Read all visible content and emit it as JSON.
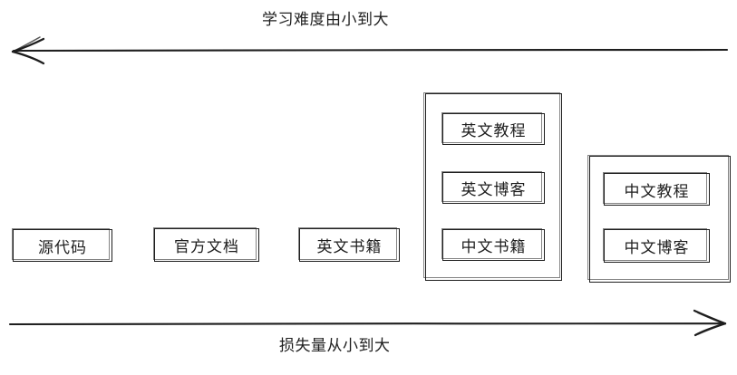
{
  "diagram": {
    "title_top": "学习难度由小到大",
    "title_bottom": "损失量从小到大",
    "stroke_color": "#1e1e1e",
    "background_color": "#ffffff",
    "axes": [
      {
        "name": "top-axis",
        "label": "学习难度由小到大",
        "direction": "left",
        "arrowhead": "left"
      },
      {
        "name": "bottom-axis",
        "label": "损失量从小到大",
        "direction": "right",
        "arrowhead": "right"
      }
    ],
    "nodes": [
      {
        "id": "source-code",
        "label": "源代码"
      },
      {
        "id": "official-docs",
        "label": "官方文档"
      },
      {
        "id": "english-books",
        "label": "英文书籍"
      },
      {
        "id": "english-tutorial",
        "label": "英文教程"
      },
      {
        "id": "english-blog",
        "label": "英文博客"
      },
      {
        "id": "chinese-books",
        "label": "中文书籍"
      },
      {
        "id": "chinese-tutorial",
        "label": "中文教程"
      },
      {
        "id": "chinese-blog",
        "label": "中文博客"
      }
    ],
    "groups": [
      {
        "id": "group-english",
        "members": [
          "英文教程",
          "英文博客",
          "中文书籍"
        ]
      },
      {
        "id": "group-chinese",
        "members": [
          "中文教程",
          "中文博客"
        ]
      }
    ]
  }
}
